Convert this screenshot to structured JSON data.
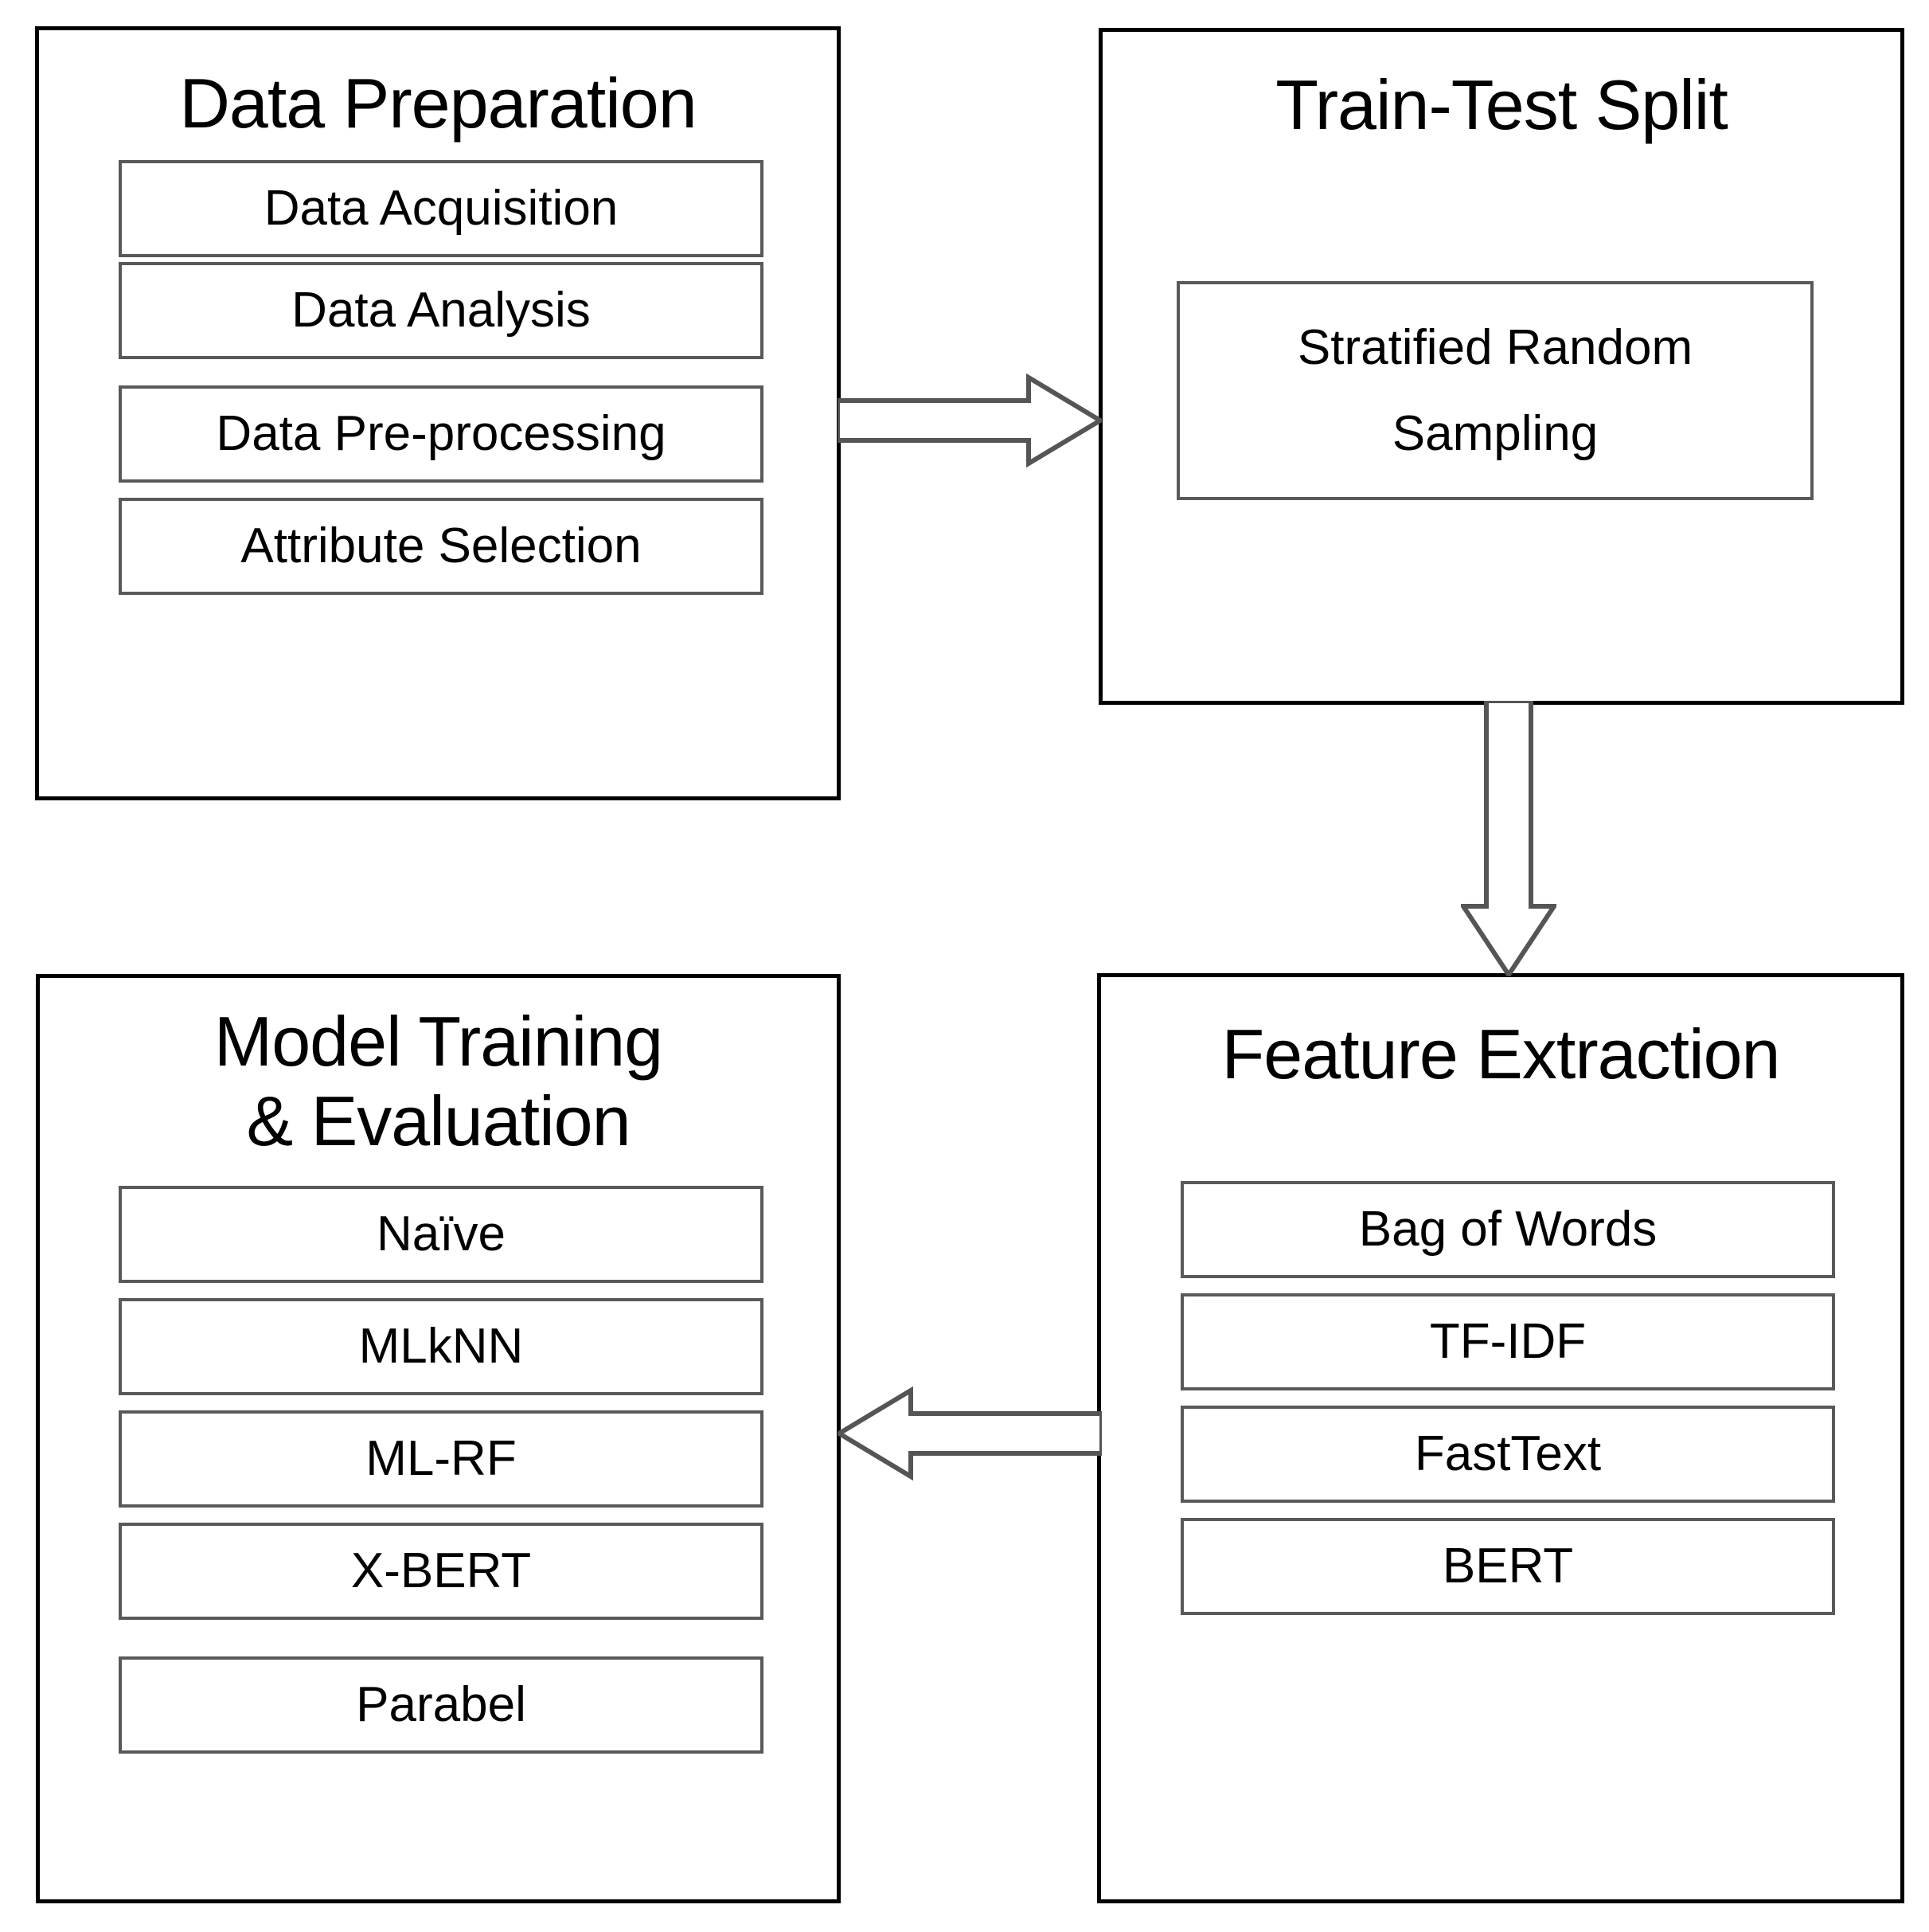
{
  "diagram": {
    "title": "Machine learning pipeline flowchart",
    "stroke_outer": "#000000",
    "stroke_inner": "#595959",
    "background": "#ffffff"
  },
  "stages": [
    {
      "key": "data_preparation",
      "title": "Data Preparation",
      "items": [
        {
          "label": "Data Acquisition"
        },
        {
          "label": "Data Analysis"
        },
        {
          "label": "Data Pre-processing"
        },
        {
          "label": "Attribute Selection"
        }
      ]
    },
    {
      "key": "train_test_split",
      "title": "Train-Test Split",
      "items": [
        {
          "label": "Stratified Random\nSampling"
        }
      ]
    },
    {
      "key": "model_training_evaluation",
      "title": "Model Training\n& Evaluation",
      "items": [
        {
          "label": "Naïve"
        },
        {
          "label": "MLkNN"
        },
        {
          "label": "ML-RF"
        },
        {
          "label": "X-BERT"
        },
        {
          "label": "Parabel"
        }
      ]
    },
    {
      "key": "feature_extraction",
      "title": "Feature Extraction",
      "items": [
        {
          "label": "Bag of Words"
        },
        {
          "label": "TF-IDF"
        },
        {
          "label": "FastText"
        },
        {
          "label": "BERT"
        }
      ]
    }
  ],
  "arrows": [
    {
      "key": "prep_to_split",
      "from": "data_preparation",
      "to": "train_test_split",
      "direction": "right",
      "icon": "block-arrow-right-icon"
    },
    {
      "key": "split_to_features",
      "from": "train_test_split",
      "to": "feature_extraction",
      "direction": "down",
      "icon": "block-arrow-down-icon"
    },
    {
      "key": "features_to_training",
      "from": "feature_extraction",
      "to": "model_training_evaluation",
      "direction": "left",
      "icon": "block-arrow-left-icon"
    }
  ]
}
